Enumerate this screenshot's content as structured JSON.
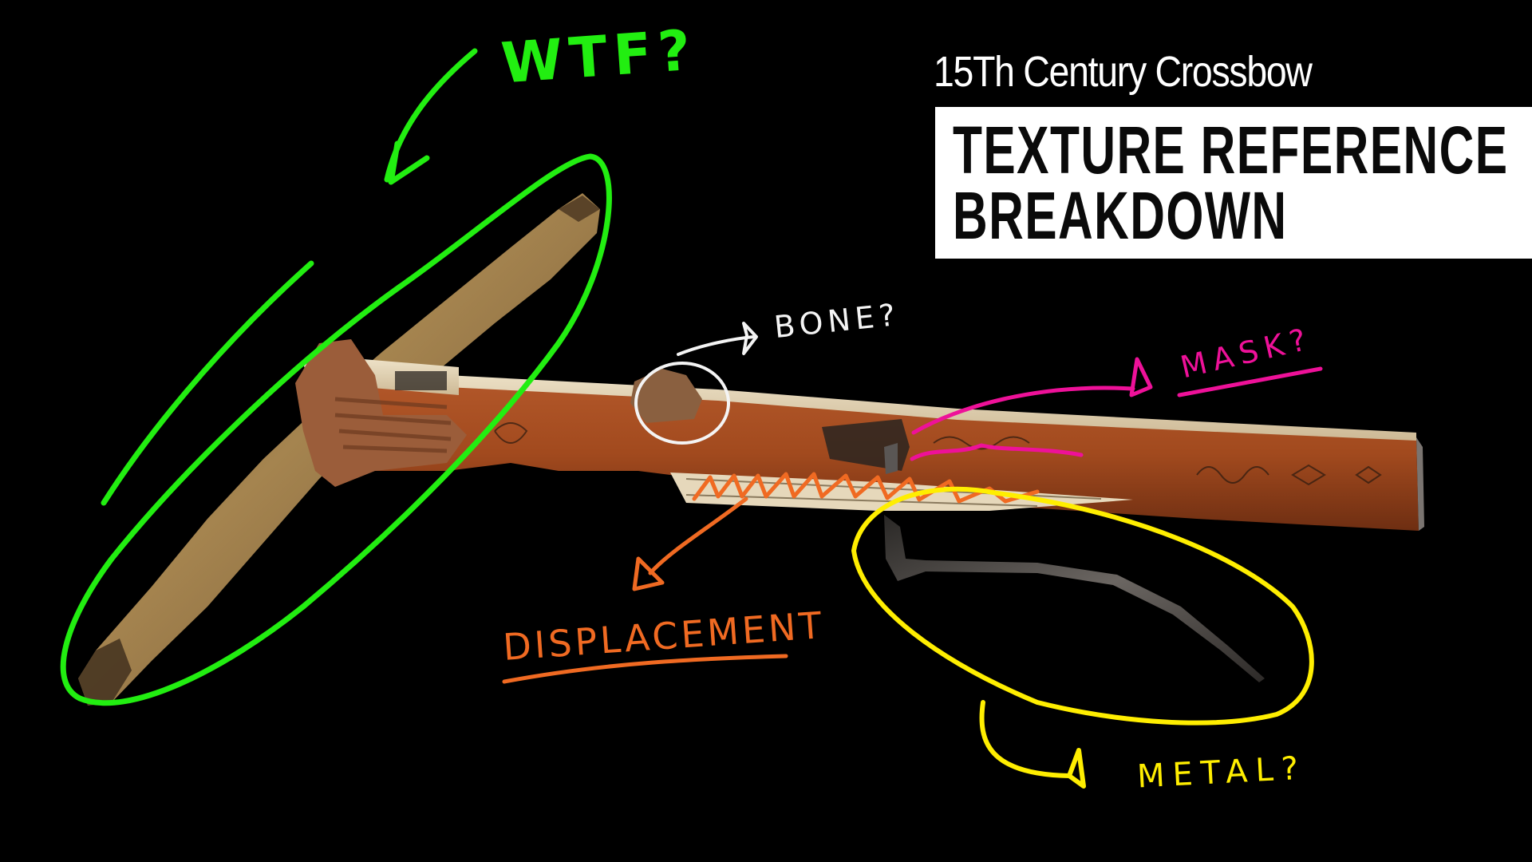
{
  "header": {
    "subtitle": "15Th Century Crossbow",
    "title_line1": "TEXTURE REFERENCE",
    "title_line2": "BREAKDOWN"
  },
  "annotations": [
    {
      "id": "wtf",
      "label": "WTF?",
      "color": "#22ee11",
      "target": "bow-limb-prod"
    },
    {
      "id": "bone",
      "label": "BONE?",
      "color": "#f4f4f4",
      "target": "bone-nut-trigger"
    },
    {
      "id": "mask",
      "label": "MASK?",
      "color": "#ee1199",
      "target": "engraved-inlay-lines"
    },
    {
      "id": "displacement",
      "label": "DISPLACEMENT",
      "color": "#f06a22",
      "target": "carved-bone-inlay"
    },
    {
      "id": "metal",
      "label": "METAL?",
      "color": "#ffee00",
      "target": "trigger-lever"
    }
  ],
  "colors": {
    "background": "#000000",
    "limb": "#9a7a4a",
    "stock_wood": "#a8481e",
    "bone": "#e9dcc0",
    "metal": "#4a4644"
  }
}
